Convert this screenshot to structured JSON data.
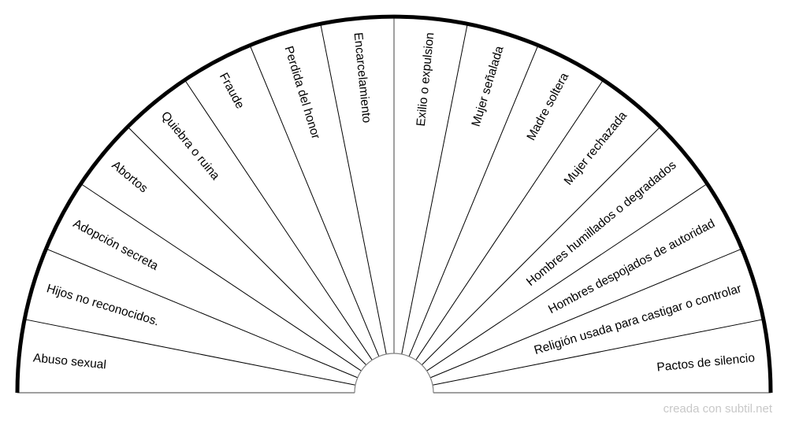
{
  "chart_title": "",
  "sectors": [
    "Abuso sexual",
    "Hijos no reconocidos.",
    "Adopción secreta",
    "Abortos",
    "Quiebra o ruina",
    "Fraude",
    "Perdida del honor",
    "Encarcelamiento",
    "Exilio o expulsion",
    "Mujer señalada",
    "Madre soltera",
    "Mujer rechazada",
    "Hombres humillados o degradados",
    "Hombres despojados de autoridad",
    "Religión usada para castigar o controlar",
    "Pactos de silencio"
  ],
  "watermark": "creada con subtil.net",
  "colors": {
    "outer_arc": "#000000",
    "spokes": "#000000",
    "baseline": "#808080",
    "watermark": "#c8c8c8"
  }
}
